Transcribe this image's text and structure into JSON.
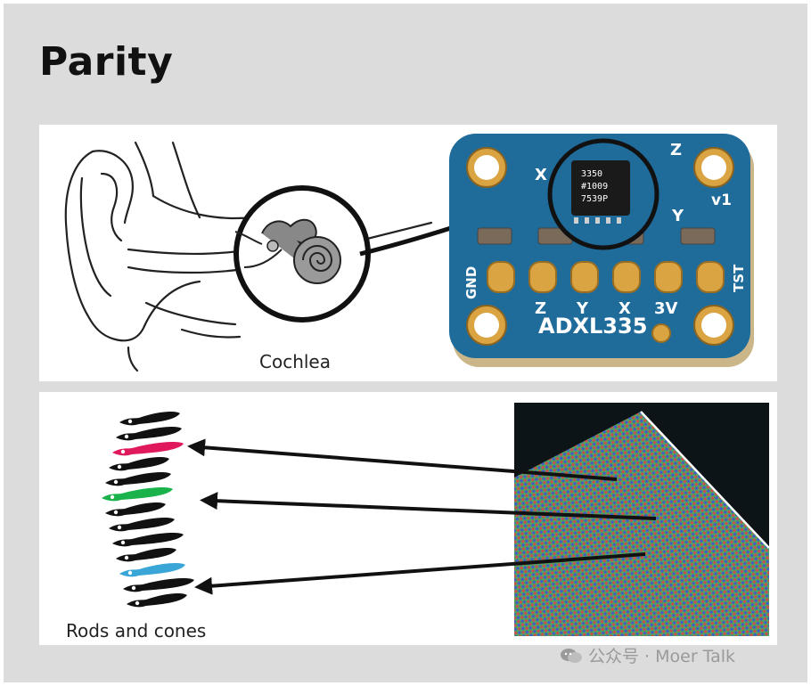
{
  "title": "Parity",
  "top_panel": {
    "ear_caption": "Cochlea",
    "board": {
      "name_label": "ADXL335",
      "version_label": "v1",
      "pin_labels": [
        "GND",
        "Z",
        "Y",
        "X",
        "3V",
        "TST"
      ],
      "axis_labels": [
        "X",
        "Y",
        "Z"
      ],
      "chip_marking": [
        "3350",
        "#1009",
        "7539P"
      ]
    }
  },
  "bottom_panel": {
    "eye_caption": "Rods and cones",
    "cell_colors": [
      "#111111",
      "#111111",
      "#e0195c",
      "#111111",
      "#111111",
      "#1ab24a",
      "#111111",
      "#111111",
      "#111111",
      "#111111",
      "#3aa6d8",
      "#111111",
      "#111111"
    ]
  },
  "watermark": "公众号 · Moer Talk",
  "colors": {
    "background": "#dcdcdc",
    "pcb_blue": "#1f6b9a",
    "gold_pad": "#d9a441",
    "rod_pink": "#e0195c",
    "rod_green": "#1ab24a",
    "rod_blue": "#3aa6d8"
  }
}
